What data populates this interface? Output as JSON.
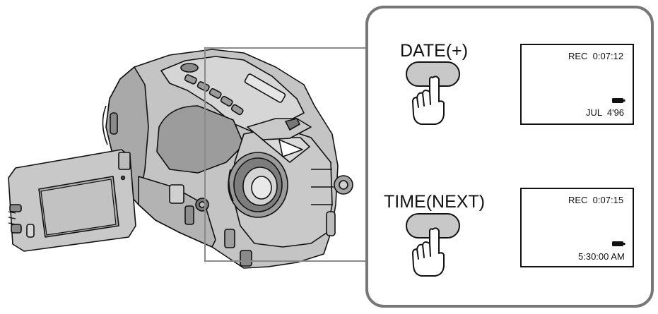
{
  "panel": {
    "buttons": [
      {
        "label": "DATE(+)"
      },
      {
        "label": "TIME(NEXT)"
      }
    ],
    "screens": [
      {
        "status": "REC  0:07:12",
        "readout": "JUL  4'96"
      },
      {
        "status": "REC  0:07:15",
        "readout": "5:30:00 AM"
      }
    ]
  },
  "icons": [
    "camcorder-illustration",
    "pointing-hand-icon",
    "battery-icon"
  ]
}
